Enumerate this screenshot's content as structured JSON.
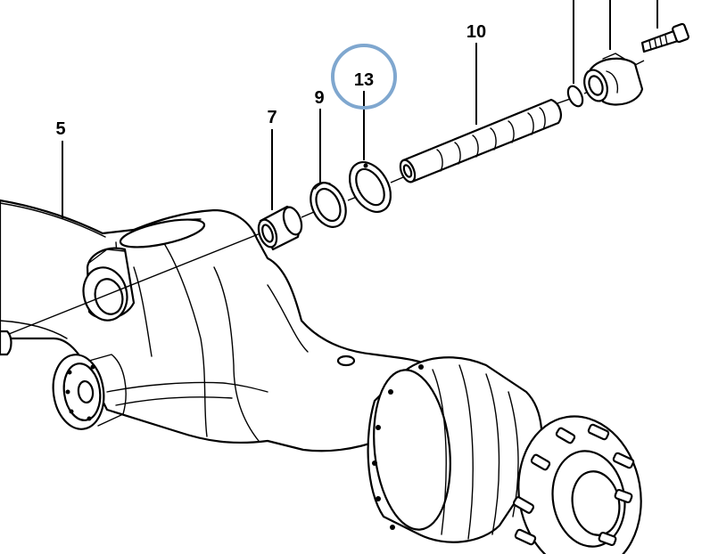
{
  "diagram": {
    "callouts": [
      {
        "id": "5",
        "label": "5"
      },
      {
        "id": "7",
        "label": "7"
      },
      {
        "id": "9",
        "label": "9"
      },
      {
        "id": "13",
        "label": "13",
        "highlighted": true
      },
      {
        "id": "10",
        "label": "10"
      }
    ],
    "highlight_color": "#7fa7cf"
  }
}
